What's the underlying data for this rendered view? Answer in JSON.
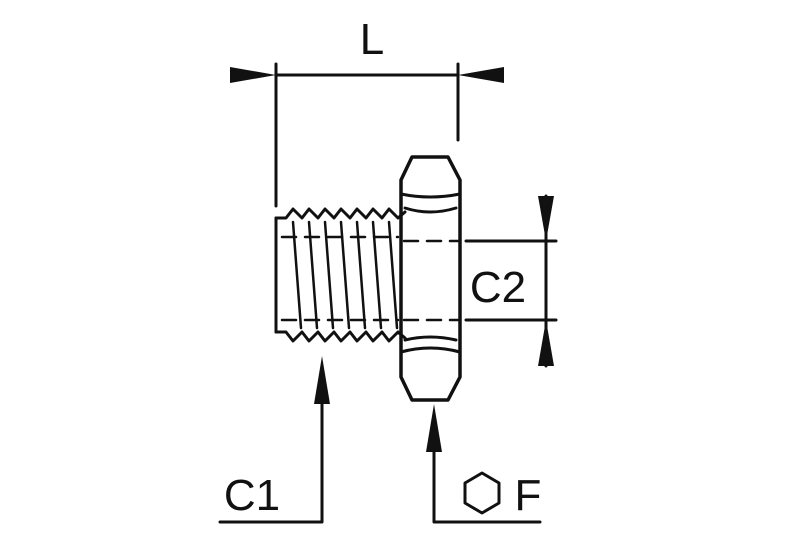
{
  "labels": {
    "length": "L",
    "bore": "C2",
    "thread": "C1",
    "hex": "F"
  },
  "colors": {
    "line": "#111111",
    "background": "#ffffff"
  }
}
